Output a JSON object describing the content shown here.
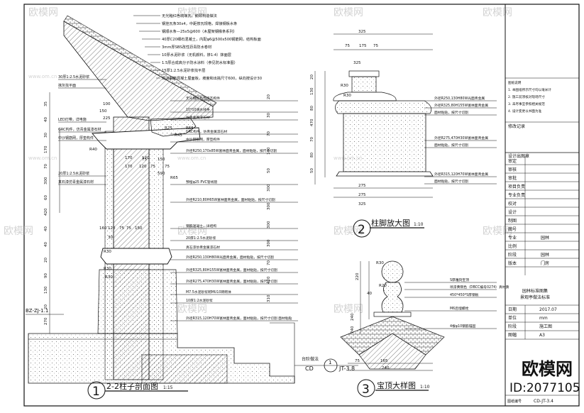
{
  "watermark": {
    "site": "欧模网",
    "url": "www.om.cn"
  },
  "title_block": {
    "notes": [
      "图纸说明",
      "1. 本图纸所示尺寸均以毫米计",
      "2. 施工前须核对现场尺寸",
      "3. 未尽事宜参照相关规范",
      "4. 设计变更以书面为准"
    ],
    "revision_label": "修改记录",
    "stamp_label": "设计出图章",
    "rows": [
      {
        "key": "审定",
        "val": ""
      },
      {
        "key": "审核",
        "val": ""
      },
      {
        "key": "审批",
        "val": ""
      },
      {
        "key": "项目负责",
        "val": ""
      },
      {
        "key": "专业负责",
        "val": ""
      },
      {
        "key": "校对",
        "val": ""
      },
      {
        "key": "设计",
        "val": ""
      },
      {
        "key": "制图",
        "val": ""
      },
      {
        "key": "图号",
        "val": ""
      },
      {
        "key": "专业",
        "val": "园林"
      },
      {
        "key": "比例",
        "val": ""
      },
      {
        "key": "阶段",
        "val": "园林"
      },
      {
        "key": "版本",
        "val": "门房"
      }
    ],
    "project": "园林标准图集",
    "drawing_name": "景观亭做法标准",
    "date_key": "日期",
    "date_val": "2017.07",
    "unit_key": "单位",
    "unit_val": "mm",
    "stage_key": "阶段",
    "stage_val": "施工图",
    "size_key": "图幅",
    "size_val": "A3",
    "sheet_key": "图纸编号",
    "sheet_val": "CD-JT-3.4",
    "brand": "欧模网",
    "id": "ID:2077105"
  },
  "views": {
    "v1": {
      "num": "1",
      "title": "2-2柱子剖面图",
      "scale": "1:15"
    },
    "v2": {
      "num": "2",
      "title": "柱脚放大图",
      "scale": "1:10"
    },
    "v3": {
      "num": "3",
      "title": "宝顶大样图",
      "scale": "1:10"
    }
  },
  "ref_marker": {
    "top": "1",
    "bottom": "JT-3.8",
    "prefix": "CD",
    "note": "台阶做法"
  },
  "section_tag": "BZ-ZJ-1.1",
  "roof_notes": [
    "无光釉红色琉璃瓦，鹅颈构造做法",
    "钢挂瓦条30x4，中距按瓦规格，焊接钢板水条",
    "钢顺水条—25x5@600（木屋架钢椽条系列）",
    "40厚C20细石混凝土，内配φ6@500x500钢筋网，结构板面",
    "3mm厚SBS改性沥青防水卷材",
    "10厚水泥砂浆（无机颜料，掺1:4）抹面层",
    "1.5厚合成高分子防水涂料（参见防水标准图）",
    "15厚1:2.5水泥砂浆找平层",
    "现浇钢筋混凝土屋面板，坡度和出挑尺寸600，纵向按设计30"
  ],
  "left_labels": [
    "30厚1:2.5水泥砂浆",
    "抹灰找平面",
    "LED灯带，详电施",
    "GRC构件，仿青金属漆石材",
    "中沙钢筋网，厚垫构件",
    "20厚1:2.5水泥砂浆",
    "真石漆仿青金属漆石材"
  ],
  "right_labels": [
    "无光釉红色琉璃瓦构件",
    "10*10滴水线条",
    "仿青金属漆石材",
    "GRC构件，仿青金属漆石材",
    "中沙钢筋网，厚垫构件",
    "外径R250,170x85W富林面青金属，面材粘贴，按尺寸切割",
    "预埋φ25 PVC管线管",
    "外径R210,80H65W富林面青金属，面材粘贴，按尺寸切割",
    "钢筋混凝土，详结构",
    "20厚1:2.5水泥砂浆",
    "真石漆仿青金属漆石材",
    "外径R250,130H80W光面青金属，面材粘贴，按尺寸切割",
    "外径R325,80H155W富林面青金属，面材粘贴，按尺寸切割",
    "外径R275,470H30W富林面青金属，面材粘贴，按尺寸切割",
    "M7.5水泥砂浆砌MU10砖砌体",
    "10厚1:2水泥砂浆",
    "外径R315,120H70W富林面青金属，面材粘贴，按尺寸切割 面材粘贴"
  ],
  "v2_labels": [
    "外径R250,130H80W光面青金属",
    "外径R325,80H155W富林面青金属",
    "面材粘贴，按尺寸切割",
    "外径R275,470H30W富林面青金属",
    "面材粘贴，按尺寸切割",
    "外径R315,120H70W富林面青金属",
    "面材粘贴，按尺寸切割"
  ],
  "v3_labels": [
    "S厚雕刻宝顶",
    "喷漆黄铜色（DBCC编号0274）真材质",
    "450*450*S厚钢板",
    "M6后埋螺栓",
    "4根φ10钢筋锚固"
  ],
  "dims_v1": {
    "left": [
      "35",
      "40",
      "30",
      "170",
      "70",
      "300",
      "60",
      "420",
      "40",
      "40",
      "20",
      "90",
      "130",
      "20",
      "270"
    ],
    "top": [
      "100",
      "150",
      "225",
      "75",
      "150",
      "R40",
      "R25",
      "R45",
      "R55",
      "170",
      "120",
      "75",
      "75",
      "170",
      "120",
      "590",
      "160",
      "120",
      "75",
      "75",
      "150",
      "30",
      "R30",
      "R30",
      "R30",
      "R65"
    ],
    "right": [
      "20",
      "30",
      "70",
      "100",
      "50",
      "300",
      "300",
      "300",
      "300",
      "70",
      "420",
      "310"
    ]
  },
  "dims_v2": {
    "top": [
      "325",
      "75",
      "175",
      "75",
      "325",
      "R30",
      "R30",
      "275",
      "275",
      "325"
    ],
    "left": [
      "20",
      "130",
      "80",
      "470",
      "70",
      "80",
      "50"
    ]
  },
  "dims_v3": {
    "left": [
      "220",
      "40",
      "R30",
      "R20",
      "240",
      "240"
    ],
    "bottom": [
      "75",
      "165",
      "240"
    ]
  }
}
